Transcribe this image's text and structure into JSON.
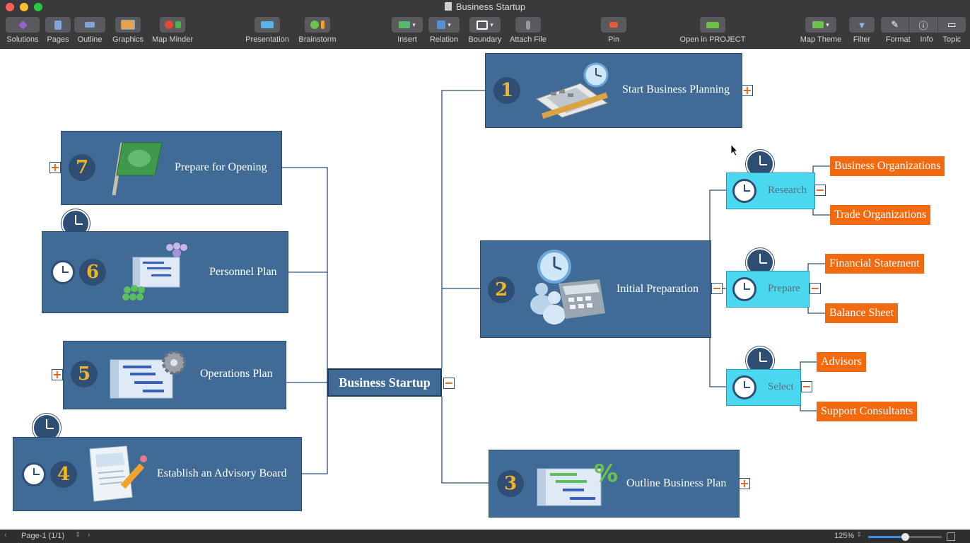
{
  "window": {
    "title": "Business Startup"
  },
  "toolbar": {
    "items": [
      {
        "label": "Solutions",
        "icon": "solutions-icon"
      },
      {
        "label": "Pages",
        "icon": "pages-icon"
      },
      {
        "label": "Outline",
        "icon": "outline-icon"
      },
      {
        "label": "Graphics",
        "icon": "graphics-icon"
      },
      {
        "label": "Map Minder",
        "icon": "map-minder-icon"
      },
      {
        "label": "Presentation",
        "icon": "presentation-icon"
      },
      {
        "label": "Brainstorm",
        "icon": "brainstorm-icon"
      },
      {
        "label": "Insert",
        "icon": "insert-icon"
      },
      {
        "label": "Relation",
        "icon": "relation-icon"
      },
      {
        "label": "Boundary",
        "icon": "boundary-icon"
      },
      {
        "label": "Attach File",
        "icon": "attach-file-icon"
      },
      {
        "label": "Pin",
        "icon": "pin-icon"
      },
      {
        "label": "Open in PROJECT",
        "icon": "project-icon"
      },
      {
        "label": "Map Theme",
        "icon": "map-theme-icon"
      },
      {
        "label": "Filter",
        "icon": "filter-icon"
      },
      {
        "label": "Format",
        "icon": "format-icon"
      },
      {
        "label": "Info",
        "icon": "info-icon"
      },
      {
        "label": "Topic",
        "icon": "topic-icon"
      }
    ]
  },
  "map": {
    "central": "Business Startup",
    "topics": [
      {
        "number": "1",
        "label": "Start Business Planning",
        "toggle": "+"
      },
      {
        "number": "2",
        "label": "Initial Preparation",
        "toggle": "−"
      },
      {
        "number": "3",
        "label": "Outline Business Plan",
        "toggle": "+"
      },
      {
        "number": "4",
        "label": "Establish an Advisory Board"
      },
      {
        "number": "5",
        "label": "Operations Plan",
        "toggle": "+"
      },
      {
        "number": "6",
        "label": "Personnel Plan"
      },
      {
        "number": "7",
        "label": "Prepare for Opening",
        "toggle": "+"
      }
    ],
    "subtopics": [
      {
        "label": "Research",
        "toggle": "−",
        "children": [
          "Business Organizations",
          "Trade Organizations"
        ]
      },
      {
        "label": "Prepare",
        "toggle": "−",
        "children": [
          "Financial Statement",
          "Balance Sheet"
        ]
      },
      {
        "label": "Select",
        "toggle": "−",
        "children": [
          "Advisors",
          "Support Consultants"
        ]
      }
    ],
    "central_toggle": "−"
  },
  "status": {
    "page": "Page-1 (1/1)",
    "zoom": "125%",
    "zoom_slider_fraction": 0.5
  },
  "colors": {
    "topic": "#3f6b96",
    "subtopic": "#4ad8f0",
    "leaf": "#f26a10",
    "number": "#f0b429"
  }
}
